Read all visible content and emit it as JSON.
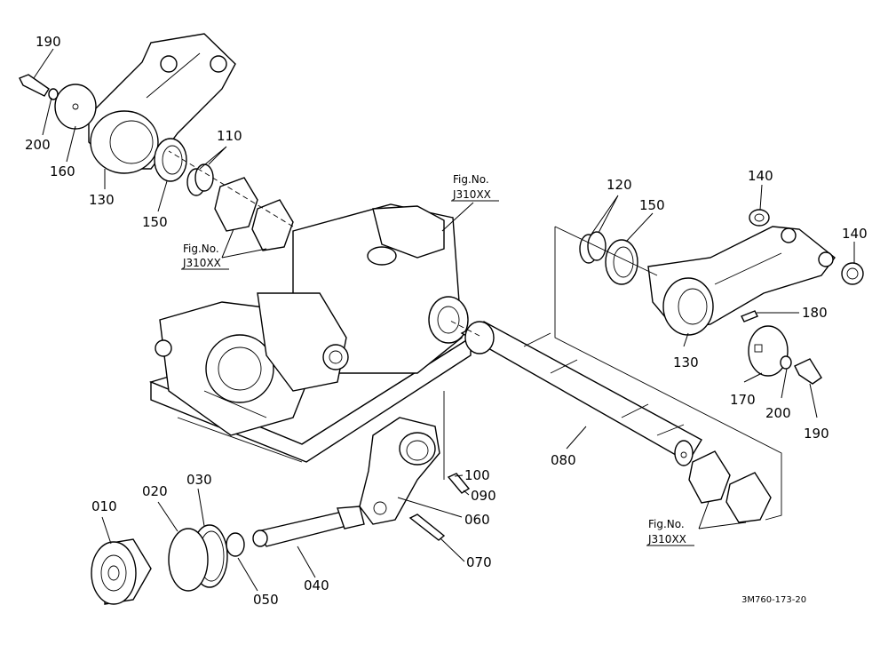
{
  "labels": {
    "p190a": "190",
    "p200a": "200",
    "p160": "160",
    "p130a": "130",
    "p150a": "150",
    "p110": "110",
    "ref1a": "Fig.No.",
    "ref1b": "J310XX",
    "ref2a": "Fig.No.",
    "ref2b": "J310XX",
    "p120": "120",
    "p150b": "150",
    "p140a": "140",
    "p140b": "140",
    "p180": "180",
    "p130b": "130",
    "p170": "170",
    "p200b": "200",
    "p190b": "190",
    "p080": "080",
    "p100": "100",
    "p090": "090",
    "p060": "060",
    "p070": "070",
    "ref3a": "Fig.No.",
    "ref3b": "J310XX",
    "p010": "010",
    "p020": "020",
    "p030": "030",
    "p050": "050",
    "p040": "040"
  },
  "drawing_code": "3M760-173-20"
}
